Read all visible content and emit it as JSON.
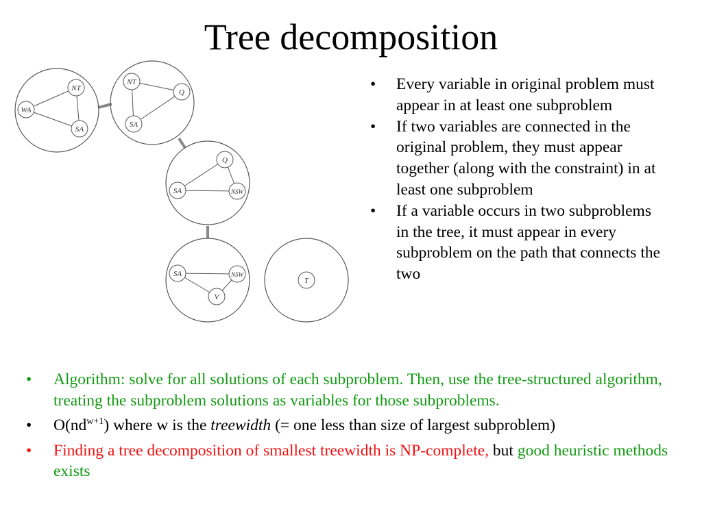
{
  "title": "Tree decomposition",
  "diagram": {
    "clusters": [
      {
        "name": "cluster-wa-nt-sa",
        "nodes": [
          "WA",
          "NT",
          "SA"
        ]
      },
      {
        "name": "cluster-nt-q-sa",
        "nodes": [
          "NT",
          "Q",
          "SA"
        ]
      },
      {
        "name": "cluster-q-sa-nsw",
        "nodes": [
          "Q",
          "SA",
          "NSW"
        ]
      },
      {
        "name": "cluster-sa-nsw-v",
        "nodes": [
          "SA",
          "NSW",
          "V"
        ]
      },
      {
        "name": "cluster-t",
        "nodes": [
          "T"
        ]
      }
    ],
    "labels": {
      "c1_wa": "WA",
      "c1_nt": "NT",
      "c1_sa": "SA",
      "c2_nt": "NT",
      "c2_q": "Q",
      "c2_sa": "SA",
      "c3_q": "Q",
      "c3_sa": "SA",
      "c3_nsw": "NSW",
      "c4_sa": "SA",
      "c4_nsw": "NSW",
      "c4_v": "V",
      "c5_t": "T"
    }
  },
  "right_bullets": [
    "Every variable in original problem must appear in at least one subproblem",
    "If two variables are connected in the original problem, they must appear together (along with the constraint) in at least one subproblem",
    "If a variable occurs in two subproblems in the tree, it must appear in every subproblem on the path that connects the two"
  ],
  "bottom_bullets": {
    "b1": "Algorithm: solve for all solutions of each subproblem.  Then, use the tree-structured algorithm, treating the subproblem solutions as variables for those subproblems.",
    "b2_pre": "O(nd",
    "b2_sup": "w+1",
    "b2_mid": ") where w is the ",
    "b2_em": "treewidth",
    "b2_post": " (= one less than size of largest subproblem)",
    "b3_red": "Finding a tree decomposition of smallest treewidth is NP-complete,",
    "b3_but": " but ",
    "b3_green": "good heuristic methods exists"
  },
  "colors": {
    "green": "#119911",
    "red": "#ee1111",
    "line": "#555555",
    "connector": "#888888"
  }
}
